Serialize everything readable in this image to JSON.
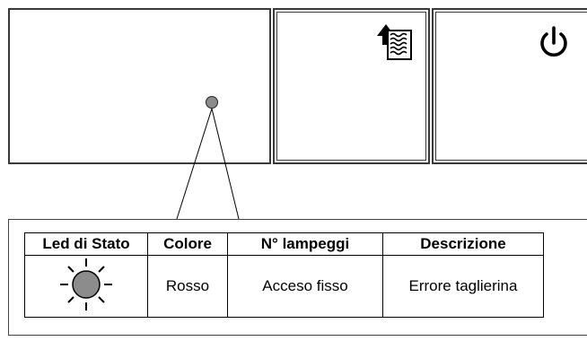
{
  "device": {
    "led_color": "#8c8c8c",
    "mid_button_icon": "water-level-up-icon",
    "right_button_icon": "power-icon"
  },
  "table": {
    "headers": [
      "Led di Stato",
      "Colore",
      "N° lampeggi",
      "Descrizione"
    ],
    "rows": [
      {
        "led_icon": "led-glowing-icon",
        "colore": "Rosso",
        "lampeggi": "Acceso fisso",
        "descrizione": "Errore taglierina"
      }
    ]
  }
}
